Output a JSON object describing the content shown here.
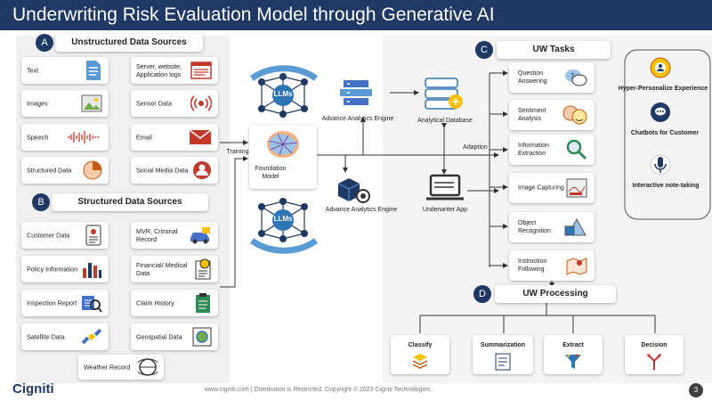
{
  "page": {
    "title": "Underwriting Risk Evaluation Model through Generative AI"
  },
  "sections": {
    "unstructured": {
      "badge": "A",
      "title": "Unstructured Data Sources",
      "items": [
        {
          "label": "Text",
          "icon": "document-icon"
        },
        {
          "label": "Server, website, Application logs",
          "icon": "log-window-icon"
        },
        {
          "label": "Images",
          "icon": "image-icon"
        },
        {
          "label": "Sensor Data",
          "icon": "sensor-icon"
        },
        {
          "label": "Speech",
          "icon": "waveform-icon"
        },
        {
          "label": "Email",
          "icon": "mail-icon"
        },
        {
          "label": "Structured Data",
          "icon": "pie-chart-icon"
        },
        {
          "label": "Social Media Data",
          "icon": "user-icon"
        }
      ]
    },
    "structured": {
      "badge": "B",
      "title": "Structured Data Sources",
      "items": [
        {
          "label": "Customer Data",
          "icon": "id-card-icon"
        },
        {
          "label": "MVR, Criminal Record",
          "icon": "car-icon"
        },
        {
          "label": "Policy Information",
          "icon": "bar-chart-icon"
        },
        {
          "label": "Financial/ Medical Data",
          "icon": "money-doc-icon"
        },
        {
          "label": "Inspection Report",
          "icon": "inspection-icon"
        },
        {
          "label": "Claim History",
          "icon": "clipboard-icon"
        },
        {
          "label": "Satellite Data",
          "icon": "satellite-icon"
        },
        {
          "label": "Geospatial Data",
          "icon": "globe-icon"
        }
      ],
      "weather": "Weather Record"
    },
    "tasks": {
      "badge": "C",
      "title": "UW Tasks",
      "items": [
        {
          "label": "Question Answering",
          "icon": "chat-icon"
        },
        {
          "label": "Sentiment Analysis",
          "icon": "emoji-icon"
        },
        {
          "label": "Information Extraction",
          "icon": "magnifier-icon"
        },
        {
          "label": "Image Capturing",
          "icon": "photo-icon"
        },
        {
          "label": "Object Recognition",
          "icon": "shapes-icon"
        },
        {
          "label": "Instruction Following",
          "icon": "map-pin-icon"
        }
      ]
    },
    "processing": {
      "badge": "D",
      "title": "UW Processing",
      "items": [
        {
          "label": "Classify",
          "icon": "layers-icon"
        },
        {
          "label": "Summarization",
          "icon": "list-icon"
        },
        {
          "label": "Extract",
          "icon": "funnel-icon"
        },
        {
          "label": "Decision",
          "icon": "decision-icon"
        }
      ]
    }
  },
  "center": {
    "llm_top": "LLMs",
    "llm_bottom": "LLMs",
    "foundation": "Foundation Model",
    "training": "Training",
    "engine_top": "Advance Analytics Engine",
    "engine_bottom": "Advance Analytics Engine",
    "database": "Analytical Database",
    "adaption": "Adaption",
    "app": "Underwriter App"
  },
  "experience": {
    "items": [
      {
        "label": "Hyper-Personalize Experience",
        "icon": "gear-user-icon"
      },
      {
        "label": "Chatbots for Customer",
        "icon": "chatbot-icon"
      },
      {
        "label": "Interactive note-taking",
        "icon": "microphone-icon"
      }
    ]
  },
  "footer": {
    "brand": "Cigniti",
    "text": "www.cigniti.com  |  Distribution is Restricted. Copyright © 2023  Cigniti Technologies",
    "page_number": "3"
  },
  "colors": {
    "navy": "#1f3864",
    "accent_blue": "#2e75b6",
    "light_blue": "#5b9bd5",
    "panel": "#f0f0f0"
  }
}
